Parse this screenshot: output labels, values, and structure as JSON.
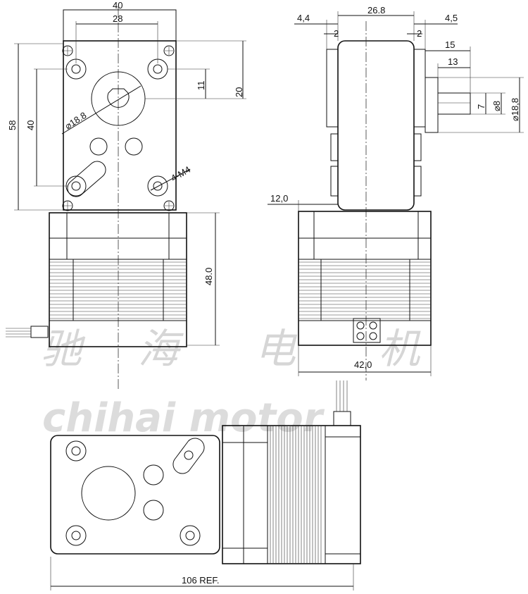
{
  "dimensions": {
    "front_width": "40",
    "front_hole_spacing": "28",
    "front_height": "58",
    "front_hole_vertical": "40",
    "dim_11": "11",
    "dim_20": "20",
    "flange_dia": "⌀18.8",
    "screw_spec": "4-M4",
    "motor_height": "48.0",
    "side_gearbox_width": "26.8",
    "dim_4_4": "4,4",
    "dim_4_5": "4,5",
    "dim_2_left": "2",
    "dim_2_right": "2",
    "shaft_len_15": "15",
    "shaft_len_13": "13",
    "shaft_flat_7": "7",
    "shaft_dia_8": "⌀8",
    "shaft_boss_dia": "⌀18,8",
    "side_offset": "12,0",
    "motor_width": "42,0",
    "total_length": "106 REF."
  },
  "watermark": {
    "chinese_chars": [
      "驰",
      "海",
      "电",
      "机"
    ],
    "english": "chihai motor"
  }
}
